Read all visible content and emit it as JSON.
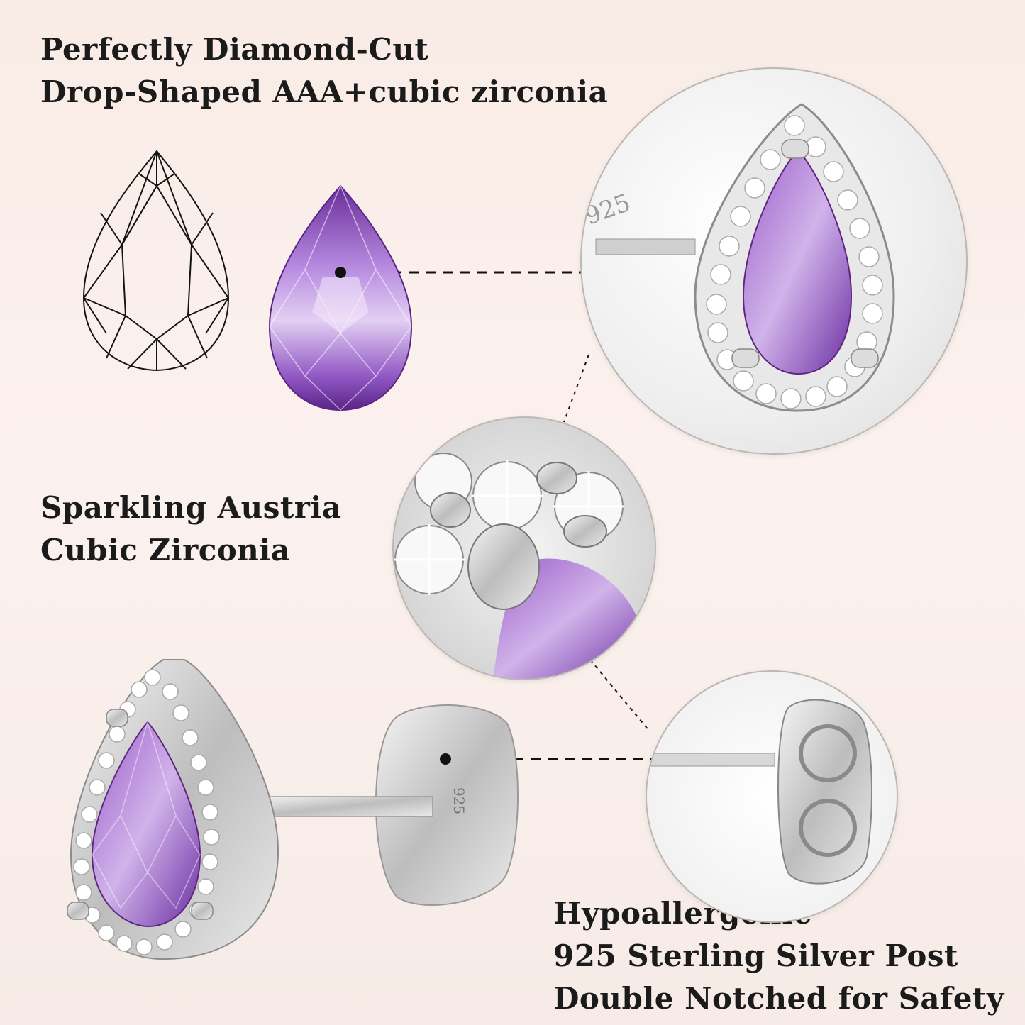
{
  "captions": {
    "top": [
      "Perfectly Diamond-Cut",
      "Drop-Shaped AAA+cubic zirconia"
    ],
    "middle": [
      "Sparkling Austria",
      "Cubic Zirconia"
    ],
    "bottom": [
      "Hypoallergenic",
      "925 Sterling Silver Post",
      "Double Notched for Safety"
    ]
  },
  "stamp": "925",
  "colors": {
    "background": "#f9ece6",
    "amethyst": "#8a4ab8",
    "amethyst_light": "#c9a3e6",
    "silver": "#c8c8c8",
    "text": "#1b1b1b"
  }
}
